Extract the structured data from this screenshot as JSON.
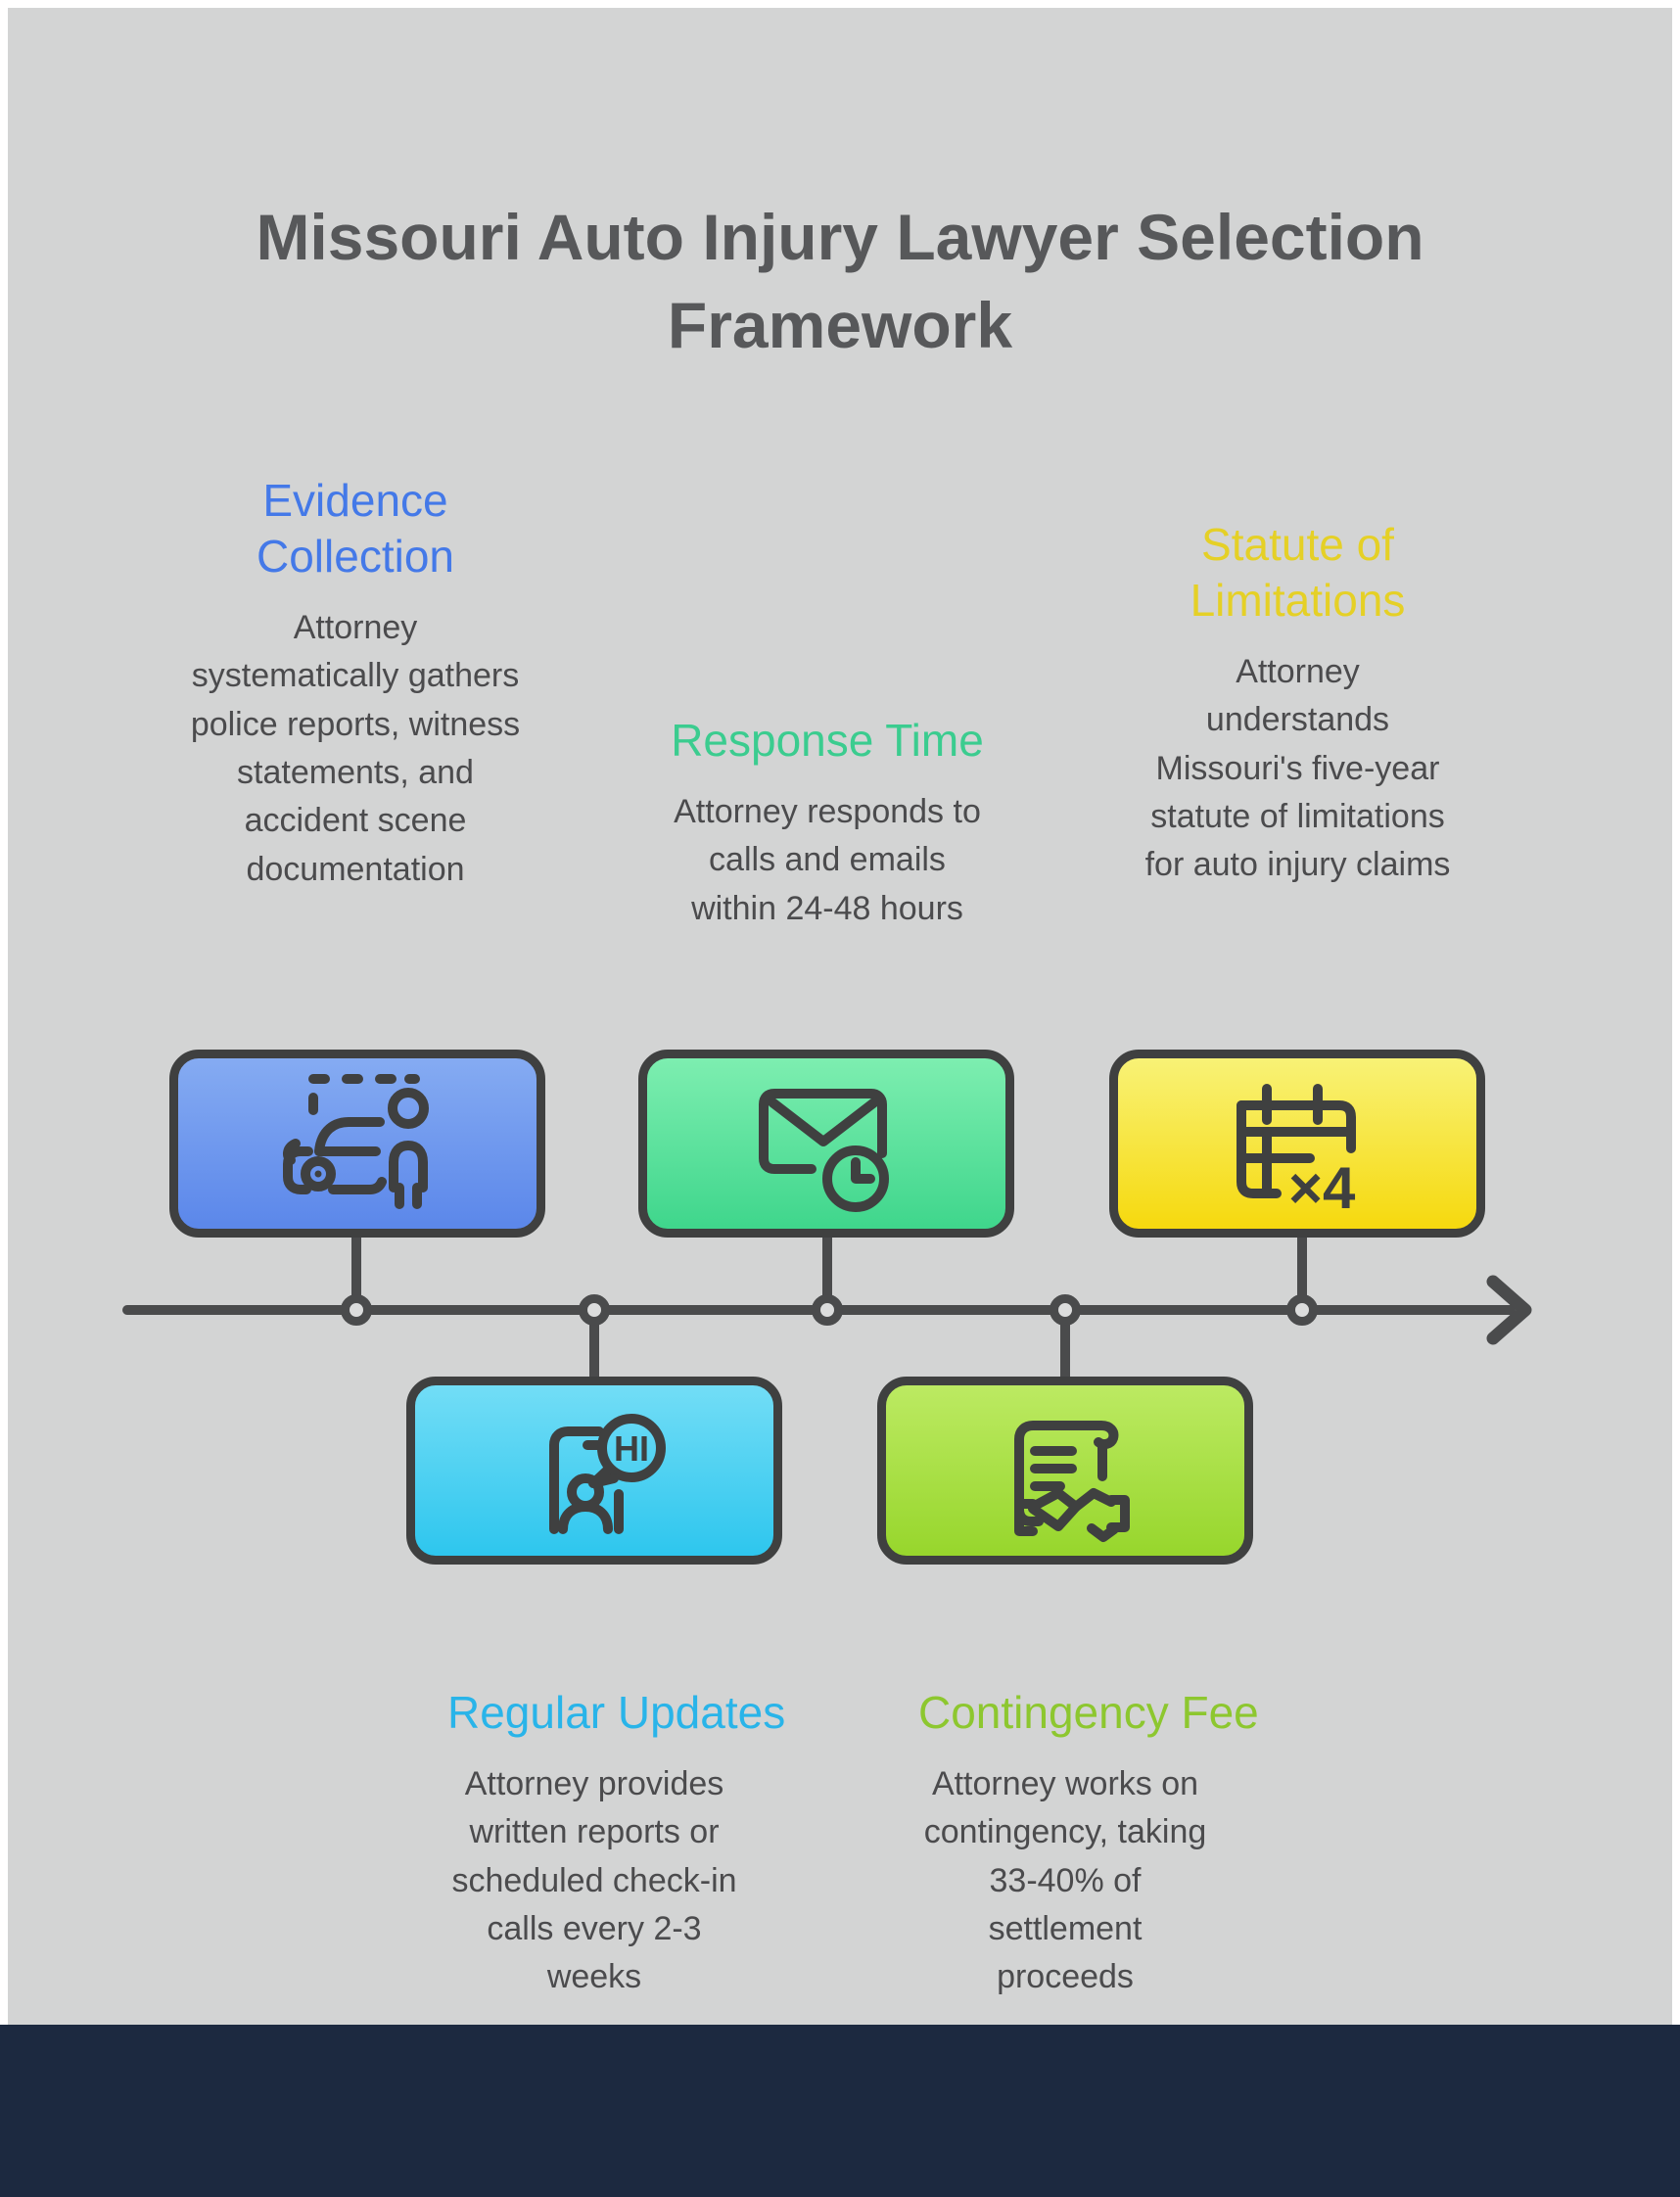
{
  "page": {
    "title": "Missouri Auto Injury Lawyer Selection Framework",
    "background_color": "#d3d4d4",
    "footer_band_color": "#1c2940",
    "outline_color": "#3f4040",
    "timeline_color": "#4a4b4c",
    "title_color": "#57585a",
    "body_text_color": "#4b4b4d"
  },
  "steps": [
    {
      "id": "evidence-collection",
      "title": "Evidence Collection",
      "description": "Attorney systematically gathers police reports, witness statements, and accident scene documentation",
      "accent_color": "#4479e8",
      "box_gradient_top": "#85abf2",
      "box_gradient_bottom": "#5b87ea",
      "icon": "car-accident-person-icon",
      "row": "top"
    },
    {
      "id": "response-time",
      "title": "Response Time",
      "description": "Attorney responds to calls and emails within 24-48 hours",
      "accent_color": "#3bcc8f",
      "box_gradient_top": "#7deeb0",
      "box_gradient_bottom": "#3fd68c",
      "icon": "mail-clock-icon",
      "row": "top"
    },
    {
      "id": "statute-of-limitations",
      "title": "Statute of Limitations",
      "description": "Attorney understands Missouri's five-year statute of limitations for auto injury claims",
      "accent_color": "#e5d026",
      "box_gradient_top": "#f8f276",
      "box_gradient_bottom": "#f6d90e",
      "icon": "calendar-x4-icon",
      "row": "top"
    },
    {
      "id": "regular-updates",
      "title": "Regular Updates",
      "description": "Attorney provides written reports or scheduled check-in calls every 2-3 weeks",
      "accent_color": "#29b4e9",
      "box_gradient_top": "#72ddf6",
      "box_gradient_bottom": "#2ec6ee",
      "icon": "phone-contact-greeting-icon",
      "row": "bottom"
    },
    {
      "id": "contingency-fee",
      "title": "Contingency Fee",
      "description": "Attorney works on contingency, taking 33-40% of settlement proceeds",
      "accent_color": "#8dc72f",
      "box_gradient_top": "#bcea62",
      "box_gradient_bottom": "#97d62c",
      "icon": "contract-handshake-icon",
      "row": "bottom"
    }
  ],
  "icon_labels": {
    "calendar_multiplier": "×4",
    "speech_bubble_greeting": "HI"
  }
}
